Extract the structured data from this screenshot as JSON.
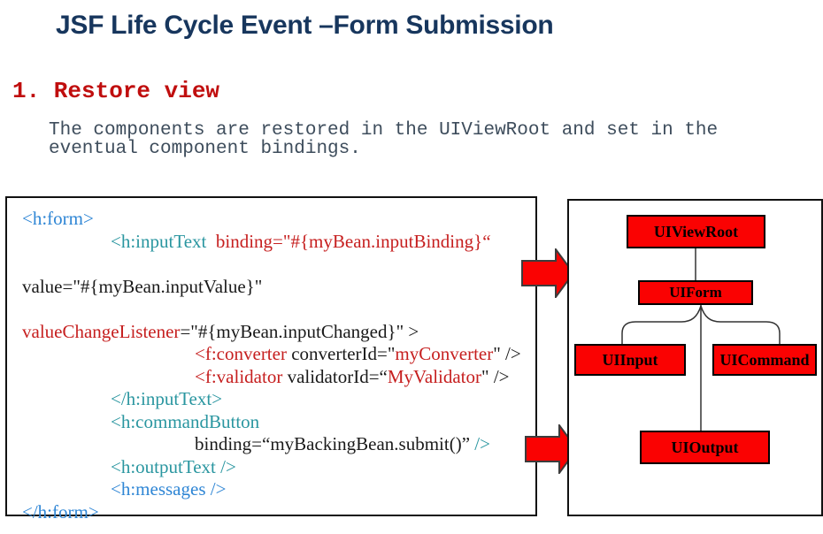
{
  "title": "JSF Life Cycle Event –Form Submission",
  "section": {
    "heading": "1. Restore view",
    "body_lines": [
      "The components are restored in the UIViewRoot and set in the",
      "eventual component bindings."
    ]
  },
  "code_block": {
    "language": "jsf-xhtml",
    "colors": {
      "blue": "#2F86D5",
      "teal": "#2A96A0",
      "red": "#C61F1F",
      "black": "#1A1A1A"
    },
    "lines": [
      {
        "indent": 17,
        "segs": [
          {
            "c": "b",
            "t": "<h:form>"
          }
        ]
      },
      {
        "indent": 117,
        "segs": [
          {
            "c": "t",
            "t": "<h:inputText"
          },
          {
            "c": "r",
            "t": "  binding=\"#{myBean.inputBinding}“"
          }
        ]
      },
      {
        "indent": 17,
        "segs": []
      },
      {
        "indent": 17,
        "segs": [
          {
            "c": "k",
            "t": "value=\"#{myBean.inputValue}\""
          }
        ]
      },
      {
        "indent": 17,
        "segs": []
      },
      {
        "indent": 17,
        "segs": [
          {
            "c": "r",
            "t": "valueChangeListener"
          },
          {
            "c": "k",
            "t": "=\"#{myBean.inputChanged}\" >"
          }
        ]
      },
      {
        "indent": 212,
        "segs": [
          {
            "c": "r",
            "t": "<f:converter"
          },
          {
            "c": "k",
            "t": " converterId=\""
          },
          {
            "c": "r",
            "t": "myConverter"
          },
          {
            "c": "k",
            "t": "\" />"
          }
        ]
      },
      {
        "indent": 212,
        "segs": [
          {
            "c": "r",
            "t": "<f:validator"
          },
          {
            "c": "k",
            "t": " validatorId=“"
          },
          {
            "c": "r",
            "t": "MyValidator"
          },
          {
            "c": "k",
            "t": "\" />"
          }
        ]
      },
      {
        "indent": 117,
        "segs": [
          {
            "c": "t",
            "t": "</h:inputText>"
          }
        ]
      },
      {
        "indent": 117,
        "segs": [
          {
            "c": "t",
            "t": "<h:commandButton"
          }
        ]
      },
      {
        "indent": 212,
        "segs": [
          {
            "c": "k",
            "t": "binding=“myBackingBean.submit()”"
          },
          {
            "c": "t",
            "t": " />"
          }
        ]
      },
      {
        "indent": 117,
        "segs": [
          {
            "c": "t",
            "t": "<h:outputText />"
          }
        ]
      },
      {
        "indent": 117,
        "segs": [
          {
            "c": "b",
            "t": "<h:messages />"
          }
        ]
      },
      {
        "indent": 17,
        "segs": [
          {
            "c": "b",
            "t": "</h:form>"
          }
        ]
      }
    ]
  },
  "diagram": {
    "node_fill": "#FA0202",
    "nodes": [
      {
        "label": "UIViewRoot"
      },
      {
        "label": "UIForm"
      },
      {
        "label": "UIInput"
      },
      {
        "label": "UICommand"
      },
      {
        "label": "UIOutput"
      }
    ]
  },
  "arrows": {
    "color": "#FA0202",
    "count": 2
  }
}
